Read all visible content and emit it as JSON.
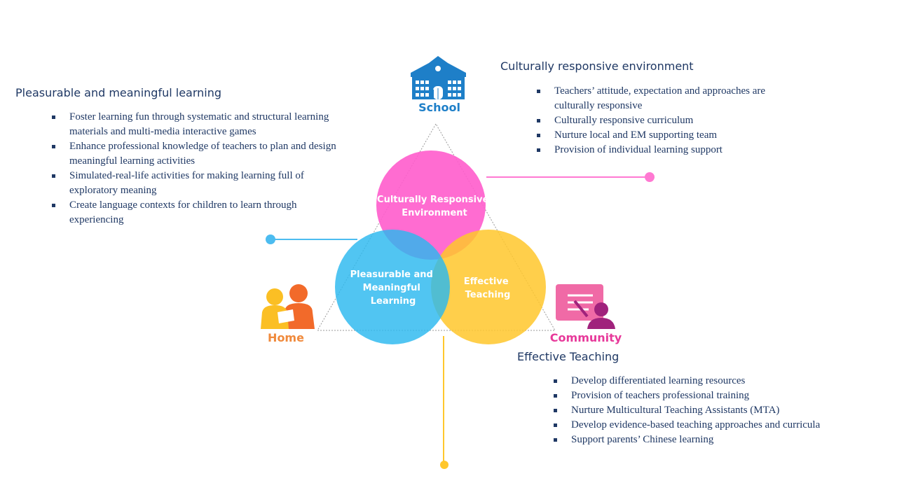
{
  "diagram": {
    "nodes": {
      "school": {
        "label": "School",
        "icon": "school-building-icon",
        "color": "#1e7fc8"
      },
      "home": {
        "label": "Home",
        "icon": "parent-and-child-icon",
        "color": "#f08a3c"
      },
      "community": {
        "label": "Community",
        "icon": "teacher-at-board-icon",
        "color": "#e7399a"
      }
    },
    "circles": {
      "top": {
        "lines": [
          "Culturally Responsive",
          "Environment"
        ],
        "color": "#ff5ccc"
      },
      "left": {
        "lines": [
          "Pleasurable and",
          "Meaningful",
          "Learning"
        ],
        "color": "#2bb8ef"
      },
      "right": {
        "lines": [
          "Effective",
          "Teaching"
        ],
        "color": "#ffc72c"
      }
    }
  },
  "sections": {
    "culturally_responsive": {
      "title": "Culturally responsive environment",
      "items": [
        "Teachers’ attitude, expectation and approaches are culturally responsive",
        "Culturally responsive curriculum",
        "Nurture local and EM supporting team",
        "Provision of individual  learning support"
      ]
    },
    "pleasurable_learning": {
      "title": "Pleasurable and meaningful learning",
      "items": [
        "Foster learning fun through systematic and structural learning materials and multi-media interactive games",
        "Enhance professional knowledge of teachers to plan and design meaningful learning activities",
        "Simulated-real-life activities for making learning full of exploratory meaning",
        "Create language  contexts for children to learn through experiencing"
      ]
    },
    "effective_teaching": {
      "title": "Effective Teaching",
      "items": [
        "Develop differentiated learning resources",
        "Provision of teachers professional training",
        "Nurture Multicultural Teaching Assistants (MTA)",
        "Develop evidence-based teaching approaches and curricula",
        "Support parents’ Chinese learning"
      ]
    }
  }
}
